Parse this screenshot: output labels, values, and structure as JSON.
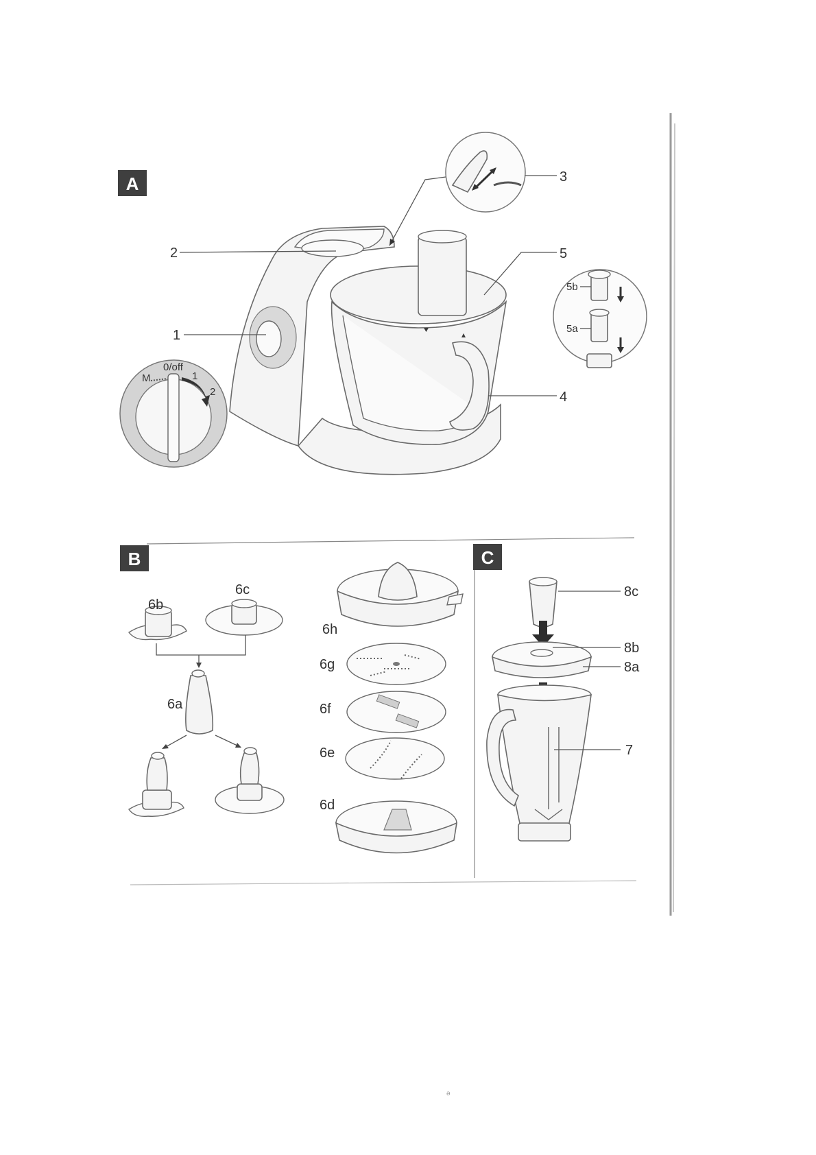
{
  "sections": {
    "a": {
      "badge": "A",
      "callouts": [
        "1",
        "2",
        "3",
        "4",
        "5",
        "5a",
        "5b"
      ],
      "dial_labels": [
        "M",
        "0/off",
        "1",
        "2"
      ]
    },
    "b": {
      "badge": "B",
      "callouts": [
        "6a",
        "6b",
        "6c",
        "6d",
        "6e",
        "6f",
        "6g",
        "6h"
      ]
    },
    "c": {
      "badge": "C",
      "callouts": [
        "7",
        "8a",
        "8b",
        "8c"
      ]
    }
  },
  "colors": {
    "badge_bg": "#3f3f3f",
    "line": "#555555",
    "fill": "#f4f4f4"
  },
  "footer": {
    "mark": "ǝ"
  }
}
